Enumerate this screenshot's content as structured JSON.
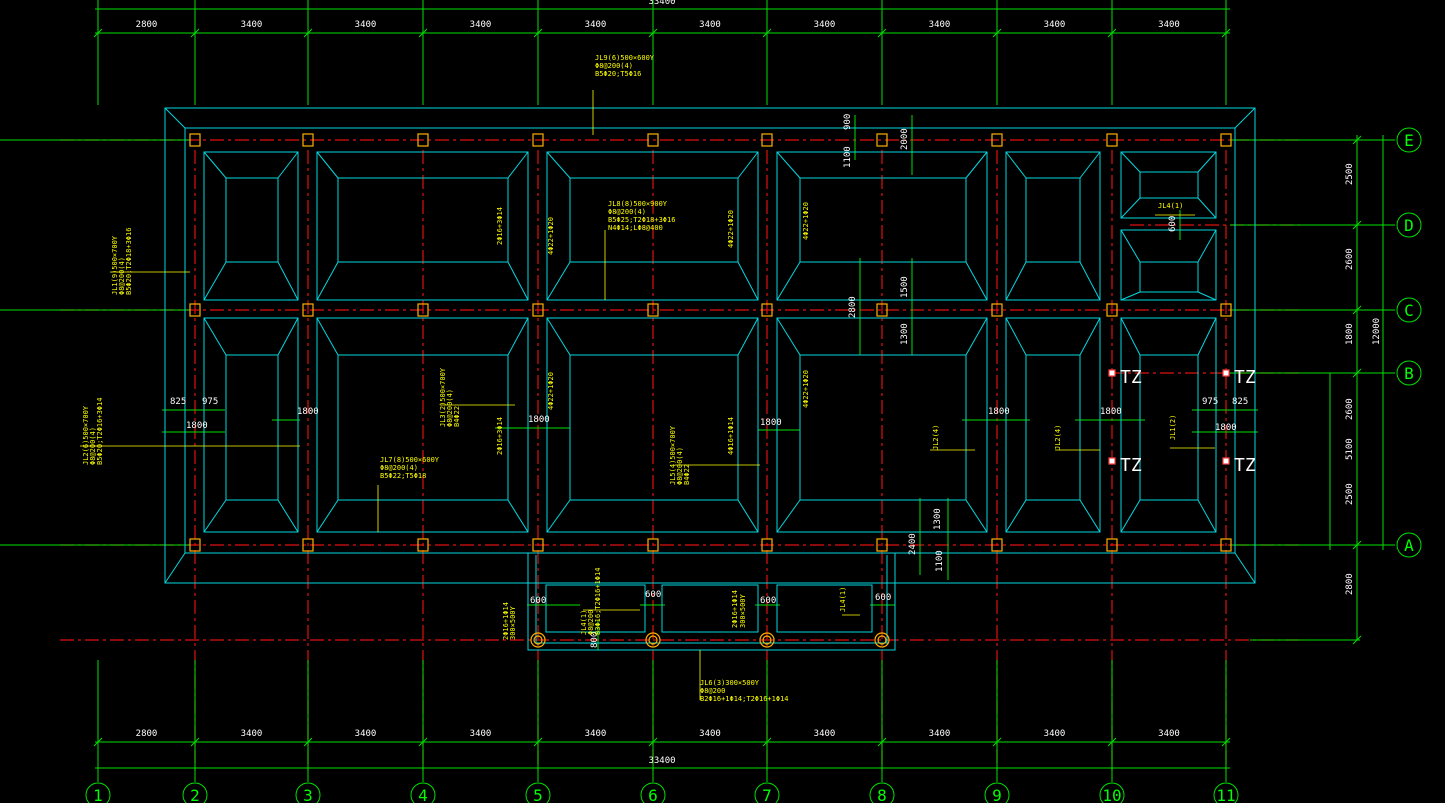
{
  "overall": {
    "top_total": "33400",
    "bottom_total": "33400",
    "right_total": "12000"
  },
  "grid_labels": {
    "x": [
      "1",
      "2",
      "3",
      "4",
      "5",
      "6",
      "7",
      "8",
      "9",
      "10",
      "11"
    ],
    "y": [
      "E",
      "D",
      "C",
      "B",
      "A"
    ]
  },
  "spacing_top": [
    "2800",
    "3400",
    "3400",
    "3400",
    "3400",
    "3400",
    "3400",
    "3400",
    "3400",
    "3400"
  ],
  "spacing_bottom": [
    "2800",
    "3400",
    "3400",
    "3400",
    "3400",
    "3400",
    "3400",
    "3400",
    "3400",
    "3400"
  ],
  "spacing_right": [
    "2500",
    "2600",
    "1800",
    "2600",
    "2500",
    "2800"
  ],
  "right_sub": [
    "5100",
    "1800"
  ],
  "interior_dims": [
    "900",
    "1100",
    "2000",
    "1500",
    "2800",
    "1300",
    "825",
    "975",
    "1800",
    "1800",
    "1800",
    "1800",
    "1800",
    "1800",
    "975",
    "825",
    "1800",
    "600",
    "1300",
    "2400",
    "1100",
    "600",
    "600",
    "600",
    "600",
    "800"
  ],
  "rebar": [
    "4Φ22+1Φ20",
    "4Φ22+1Φ20",
    "4Φ22+1Φ20",
    "4Φ22+1Φ20",
    "4Φ22+1Φ20",
    "2Φ16+3Φ14",
    "4Φ16+1Φ14",
    "2Φ16+3Φ14",
    "4Φ16+1Φ14"
  ],
  "beam_notes": [
    {
      "lines": [
        "JL9(6)500×600Y",
        "Φ8@200(4)",
        "B5Φ20;T5Φ16"
      ]
    },
    {
      "lines": [
        "JL8(8)500×900Y",
        "Φ8@200(4)",
        "B5Φ25;T2Φ18+3Φ16",
        "N4Φ14;LΦ8@400"
      ]
    },
    {
      "lines": [
        "JL1(9)500×700Y",
        "Φ8@200(4)",
        "B5Φ20;T2Φ18+3Φ16"
      ]
    },
    {
      "lines": [
        "JL2(6)500×700Y",
        "Φ8@200(4)",
        "B5Φ20;T2Φ16+3Φ14"
      ]
    },
    {
      "lines": [
        "JL3(2)500×700Y",
        "Φ8@200(4)",
        "B4Φ22"
      ]
    },
    {
      "lines": [
        "JL7(8)500×600Y",
        "Φ8@200(4)",
        "B5Φ22;T5Φ18"
      ]
    },
    {
      "lines": [
        "JL5(4)500×700Y",
        "Φ8@200(4)",
        "B4Φ22"
      ]
    },
    {
      "lines": [
        "JL4(1)",
        "Φ8@200",
        "B3Φ16;T2Φ16+1Φ14"
      ]
    },
    {
      "lines": [
        "JL6(3)300×500Y",
        "Φ8@200",
        "B2Φ16+1Φ14;T2Φ16+1Φ14"
      ]
    }
  ],
  "small_notes": [
    "JL4(1)",
    "JL2(4)",
    "JL2(4)",
    "JL1(2)",
    "JL4(1)",
    "2Φ16+1Φ14",
    "300×500Y",
    "2Φ16+1Φ14",
    "300×500Y"
  ],
  "tz_label": "TZ"
}
